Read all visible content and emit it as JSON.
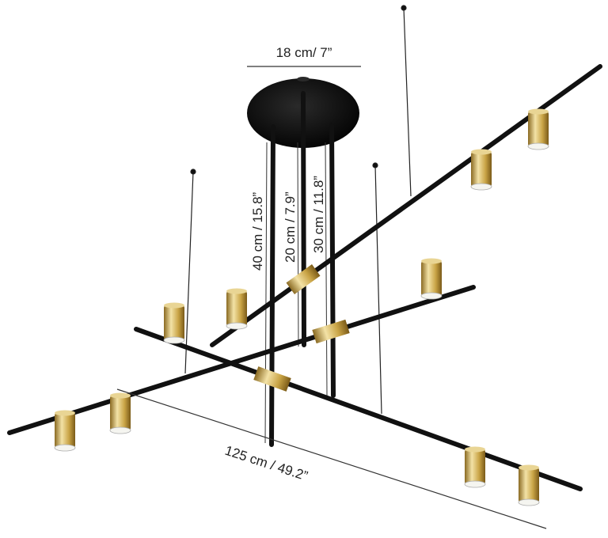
{
  "dimensions": {
    "canopy_diameter": "18 cm/ 7”",
    "rod_long": "40 cm /  15.8”",
    "rod_short": "20 cm / 7.9”",
    "rod_mid": "30 cm / 11.8”",
    "span": "125 cm / 49.2”"
  },
  "colors": {
    "metal": "#111111",
    "brass": "#c8a84a",
    "dimension_line": "#333333"
  }
}
